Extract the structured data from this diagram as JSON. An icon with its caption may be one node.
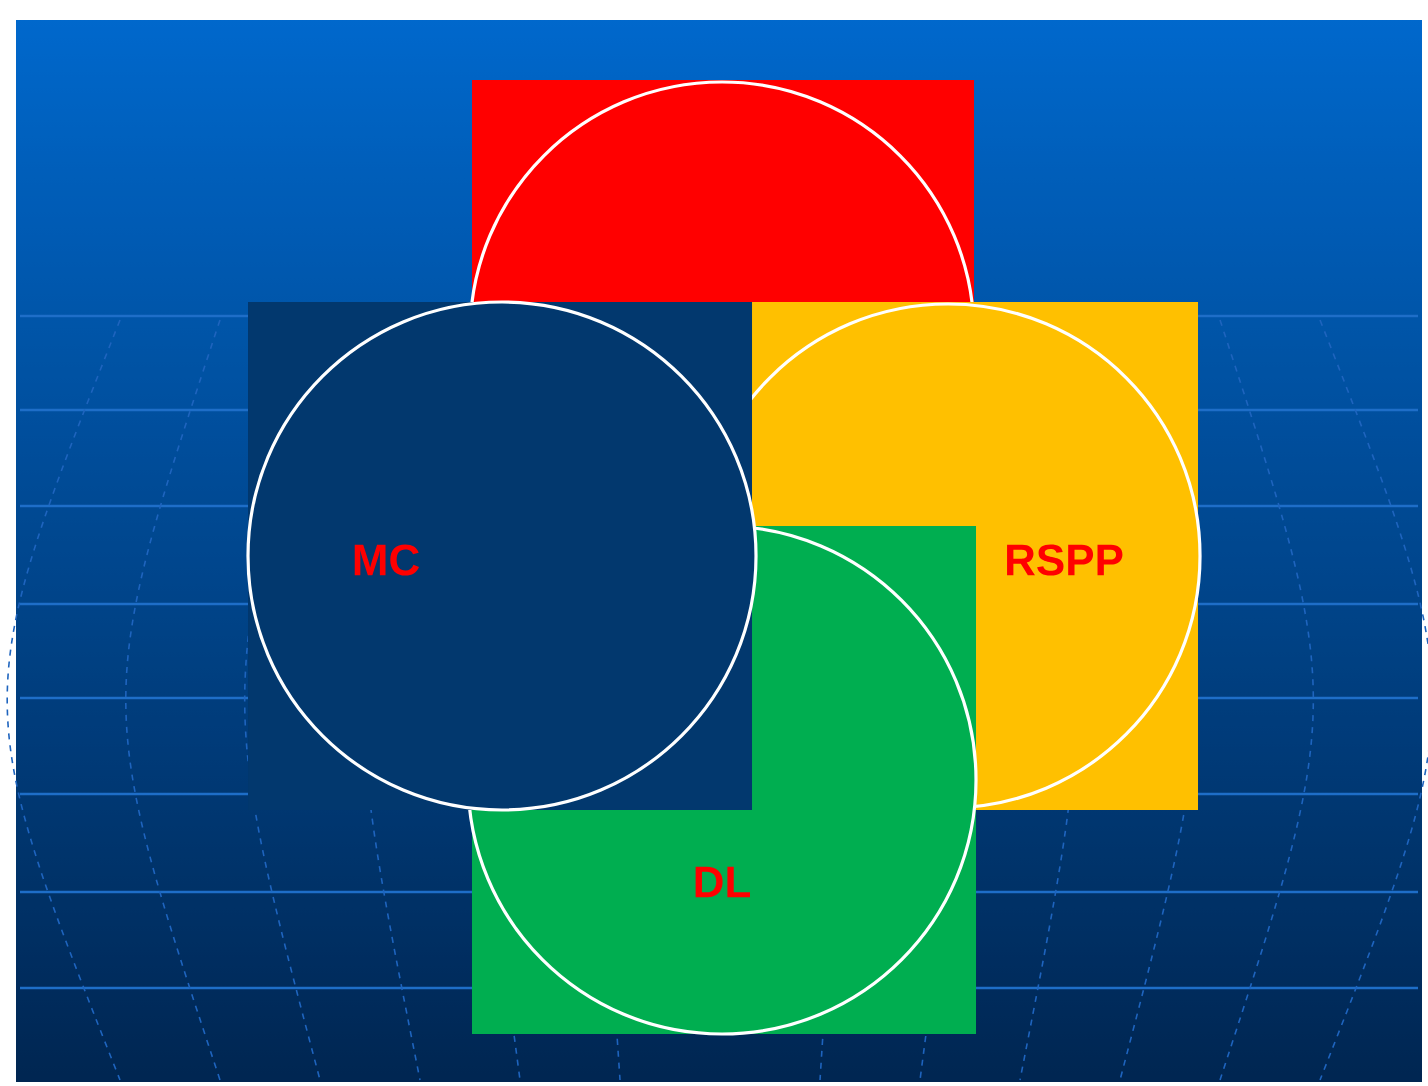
{
  "diagram": {
    "nodes": [
      {
        "text": [],
        "shape": "circle"
      },
      {
        "text": [
          "MC"
        ]
      },
      {
        "text": [
          "RSPP"
        ]
      },
      {
        "text": [
          "DL"
        ]
      }
    ]
  }
}
